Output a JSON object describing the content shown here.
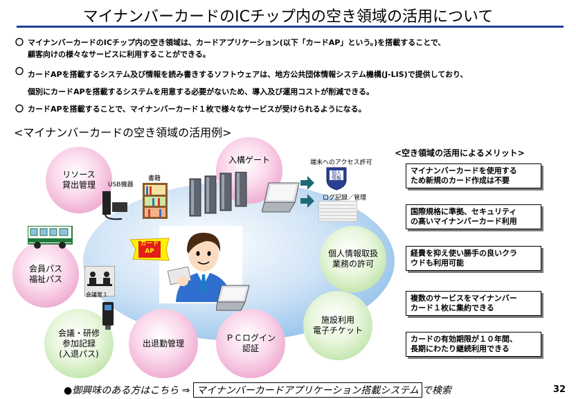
{
  "title": "マイナンバーカードのICチップ内の空き領域の活用について",
  "bullets": [
    {
      "mark": "〇",
      "lines": [
        "マイナンバーカードのICチップ内の空き領域は、カードアプリケーション(以下「カードAP」という。)を搭載することで、",
        "顧客向けの様々なサービスに利用することができる。"
      ]
    },
    {
      "mark": "〇",
      "lines": [
        "カードAPを搭載するシステム及び情報を読み書きするソフトウェアは、地方公共団体情報システム機構(J-LIS)で提供しており、",
        "個別にカードAPを搭載するシステムを用意する必要がないため、導入及び運用コストが削減できる。"
      ]
    },
    {
      "mark": "〇",
      "lines": [
        "カードAPを搭載することで、マイナンバーカード１枚で様々なサービスが受けられるようになる。"
      ]
    }
  ],
  "subtitle": "<マイナンバーカードの空き領域の活用例>",
  "bubbles": {
    "resource": "リソース\n貸出管理",
    "gate": "入構ゲート",
    "member": "会員パス\n福祉パス",
    "privacy": "個人情報取扱\n業務の許可",
    "ticket": "施設利用\n電子チケット",
    "meeting": "会議・研修\n参加記録\n(入退パス)",
    "attendance": "出退勤管理",
    "pc_login": "ＰＣログイン\n認証"
  },
  "labels": {
    "usb": "USB機器",
    "books": "書籍",
    "access": "端末へのアクセス許可",
    "log": "ログ記録／管理",
    "card_ap": "カード\nAP",
    "meeting_room": "会議室１",
    "personal_info": "個人\n情報"
  },
  "merits": {
    "title": "<空き領域の活用によるメリット>",
    "items": [
      "マイナンバーカードを使用する\nため新規のカード作成は不要",
      "国際規格に準拠、セキュリティ\nの高いマイナンバーカード利用",
      "経費を抑え使い勝手の良いクラ\nウドも利用可能",
      "複数のサービスをマイナンバー\nカード１枚に集約できる",
      "カードの有効期限が１０年間、\n長期にわたり継続利用できる"
    ]
  },
  "footer": {
    "prefix": "●御興味のある方はこちら ⇒ ",
    "keyword": "マイナンバーカードアプリケーション搭載システム",
    "suffix": "で検索"
  },
  "page_number": "32"
}
